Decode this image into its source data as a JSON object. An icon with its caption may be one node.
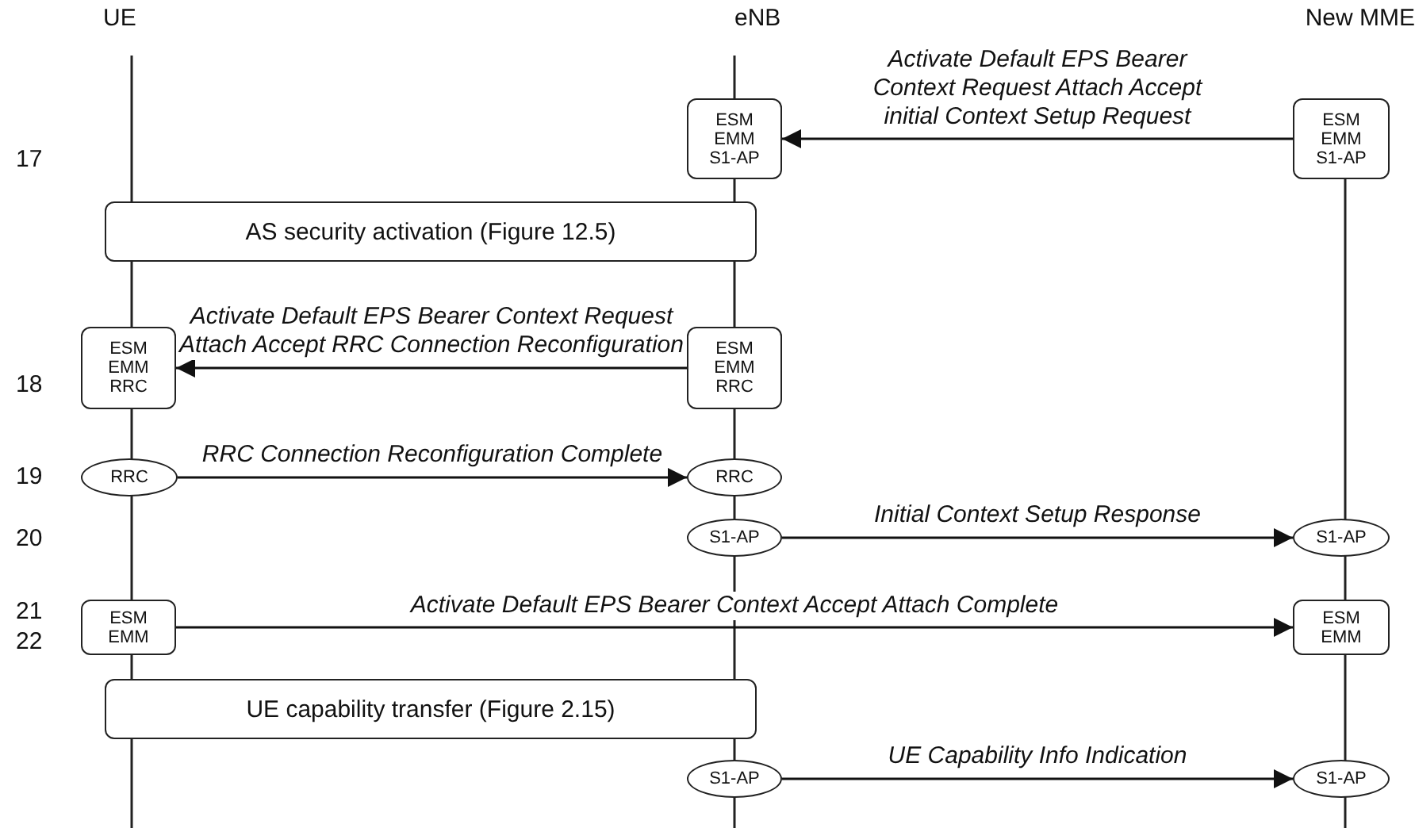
{
  "diagram": {
    "nodes": [
      {
        "text": [
          "ESM EMM S1-AP"
        ]
      },
      {
        "text": [
          "ESM EMM S1-AP"
        ]
      },
      {
        "text": [
          "AS security activation (Figure 12.5)"
        ]
      },
      {
        "text": [
          "ESM EMM RRC"
        ]
      },
      {
        "text": [
          "ESM EMM RRC"
        ]
      },
      {
        "text": [
          "RRC"
        ]
      },
      {
        "text": [
          "RRC"
        ]
      },
      {
        "text": [
          "S1-AP"
        ]
      },
      {
        "text": [
          "S1-AP"
        ]
      },
      {
        "text": [
          "ESM EMM"
        ]
      },
      {
        "text": [
          "ESM EMM"
        ]
      },
      {
        "text": [
          "UE capability transfer (Figure 2.15)"
        ]
      },
      {
        "text": [
          "S1-AP"
        ]
      },
      {
        "text": [
          "S1-AP"
        ]
      }
    ],
    "edges": [
      {
        "from": 1,
        "to": 0,
        "arrow": "to",
        "label": "Activate Default EPS Bearer Context Request Attach Accept initial Context Setup Request"
      },
      {
        "from": 4,
        "to": 3,
        "arrow": "to",
        "label": "Activate Default EPS Bearer Context Request Attach Accept RRC Connection Reconfiguration"
      },
      {
        "from": 5,
        "to": 6,
        "arrow": "to",
        "label": "RRC Connection Reconfiguration Complete"
      },
      {
        "from": 7,
        "to": 8,
        "arrow": "to",
        "label": "Initial Context Setup Response"
      },
      {
        "from": 9,
        "to": 10,
        "arrow": "to",
        "label": "Activate Default EPS Bearer Context Accept Attach Complete"
      },
      {
        "from": 12,
        "to": 13,
        "arrow": "to",
        "label": "UE Capability Info Indication"
      }
    ],
    "labels": [
      "UE",
      "eNB",
      "New MME",
      "17",
      "18",
      "19",
      "20",
      "21",
      "22"
    ]
  }
}
